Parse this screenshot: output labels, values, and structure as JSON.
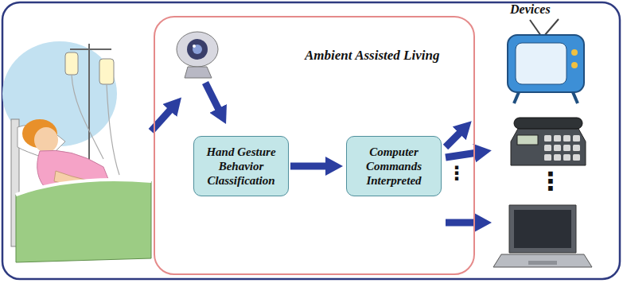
{
  "diagram": {
    "nodes": [
      {
        "text": [
          "Ambient Assisted Living"
        ]
      },
      {
        "text": [
          "Hand Gesture Behavior Classification"
        ],
        "in": 0
      },
      {
        "text": [
          "Computer Commands Interpreted"
        ],
        "in": 0
      }
    ],
    "edges": [
      {
        "from": 1,
        "to": 2,
        "arrow": "to"
      }
    ],
    "labels": [
      "Devices",
      "⋮",
      "⋮"
    ]
  }
}
